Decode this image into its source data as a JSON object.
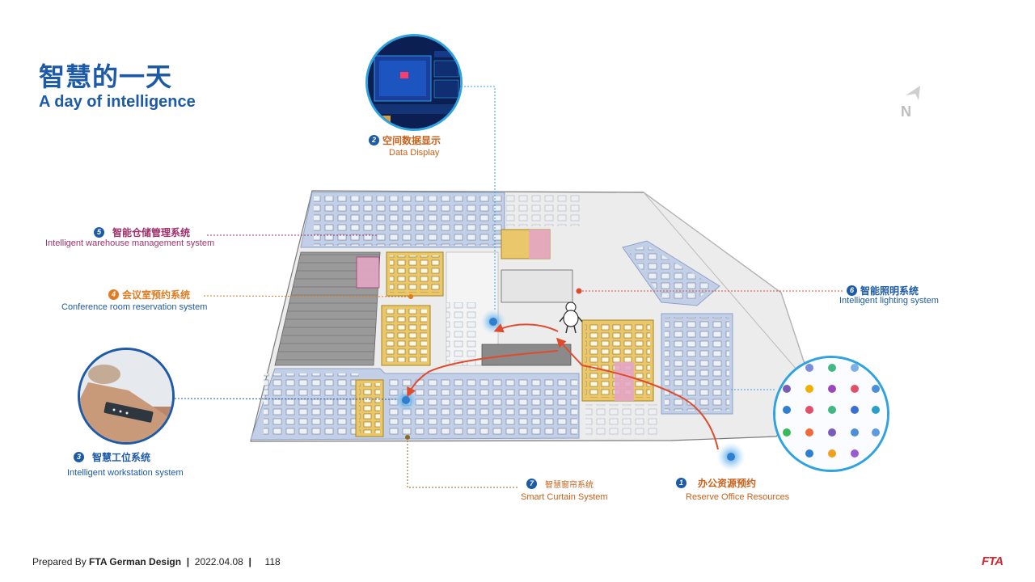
{
  "title": {
    "cn": "智慧的一天",
    "en": "A day of intelligence"
  },
  "north_label": "N",
  "labels": {
    "data_display": {
      "num": "2",
      "cn": "空间数据显示",
      "en": "Data Display"
    },
    "warehouse": {
      "num": "5",
      "cn": "智能仓储管理系统",
      "en": "Intelligent warehouse management system"
    },
    "conference": {
      "num": "4",
      "cn": "会议室预约系统",
      "en": "Conference room reservation system"
    },
    "workstation": {
      "num": "3",
      "cn": "智慧工位系统",
      "en": "Intelligent workstation system"
    },
    "curtain": {
      "num": "7",
      "cn": "智慧窗帘系统",
      "en": "Smart Curtain System"
    },
    "reserve": {
      "num": "1",
      "cn": "办公资源预约",
      "en": "Reserve Office Resources"
    },
    "lighting": {
      "num": "6",
      "cn": "智能照明系统",
      "en": "Intelligent lighting system"
    }
  },
  "colors": {
    "brand_blue": "#1d5aa8",
    "orange": "#e07b22",
    "magenta": "#a0306a",
    "dark_orange": "#c8611b",
    "route_red": "#e04b2e",
    "workstation_zone": "#9fb4d8",
    "meeting_zone": "#e9c76a",
    "storage_zone": "#e3a6c4"
  },
  "footer": {
    "prepared_by": "Prepared By",
    "company": "FTA German Design",
    "sep1": "|",
    "date": "2022.04.08",
    "sep2": "|",
    "page": "118"
  },
  "logo": "FTA"
}
